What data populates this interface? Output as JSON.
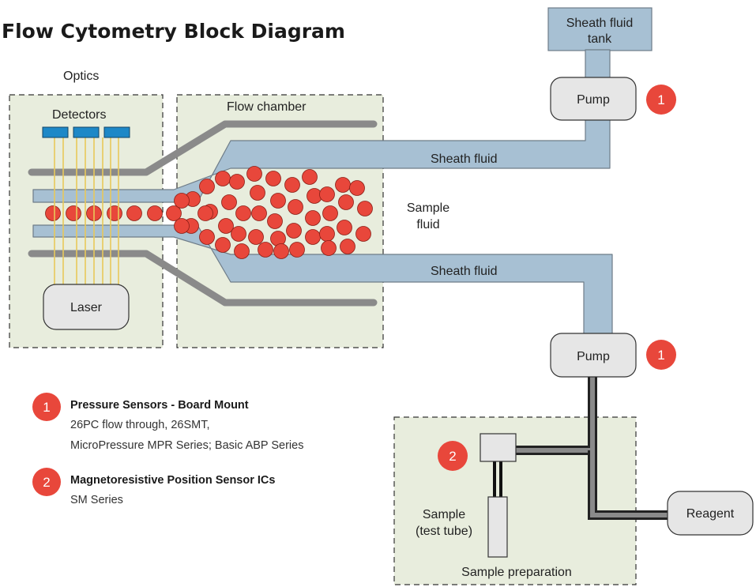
{
  "title": "Flow Cytometry Block Diagram",
  "labels": {
    "optics": "Optics",
    "detectors": "Detectors",
    "laser": "Laser",
    "flow_chamber": "Flow chamber",
    "sheath_fluid_top": "Sheath fluid",
    "sheath_fluid_bottom": "Sheath fluid",
    "sample_fluid_line1": "Sample",
    "sample_fluid_line2": "fluid",
    "tank_line1": "Sheath fluid",
    "tank_line2": "tank",
    "pump_top": "Pump",
    "pump_bottom": "Pump",
    "sample_tube_line1": "Sample",
    "sample_tube_line2": "(test tube)",
    "sample_preparation": "Sample preparation",
    "reagent": "Reagent"
  },
  "badges": {
    "pump_top": "1",
    "pump_bottom": "1",
    "sample_prep": "2"
  },
  "legend": [
    {
      "number": "1",
      "heading": "Pressure Sensors - Board Mount",
      "line1": "26PC flow through, 26SMT,",
      "line2": "MicroPressure MPR Series; Basic ABP Series"
    },
    {
      "number": "2",
      "heading": "Magnetoresistive Position Sensor ICs",
      "line1": "SM Series",
      "line2": ""
    }
  ],
  "colors": {
    "panel_fill": "#e8eddd",
    "pipe_fill": "#a7c0d3",
    "pipe_stroke": "#6e7c88",
    "gray_bar": "#8a8a8a",
    "cell": "#e8473b",
    "badge": "#e8473b",
    "detector": "#1e88c7",
    "beam": "#e8c85a",
    "box_fill": "#e6e6e6"
  }
}
